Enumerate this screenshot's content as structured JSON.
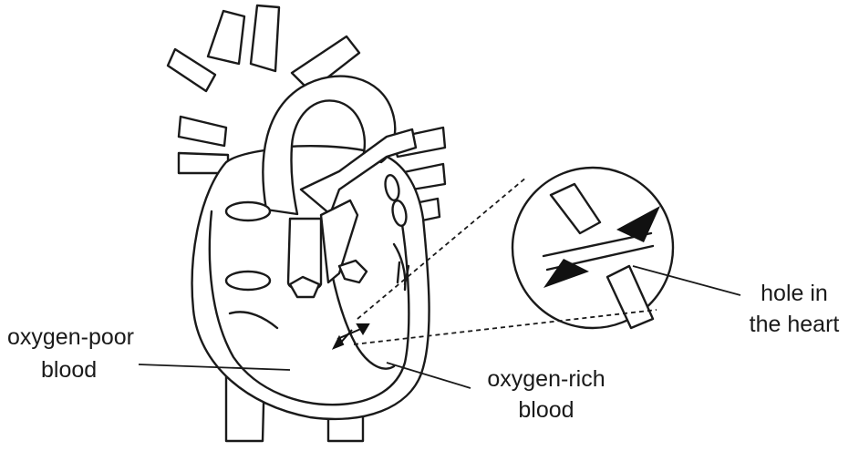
{
  "labels": {
    "oxygen_poor": {
      "line1": "oxygen-poor",
      "line2": "blood"
    },
    "oxygen_rich": {
      "line1": "oxygen-rich",
      "line2": "blood"
    },
    "hole": {
      "line1": "hole in",
      "line2": "the heart"
    }
  },
  "colors": {
    "stroke": "#1a1a1a",
    "fill": "#ffffff",
    "arrow": "#111111"
  }
}
